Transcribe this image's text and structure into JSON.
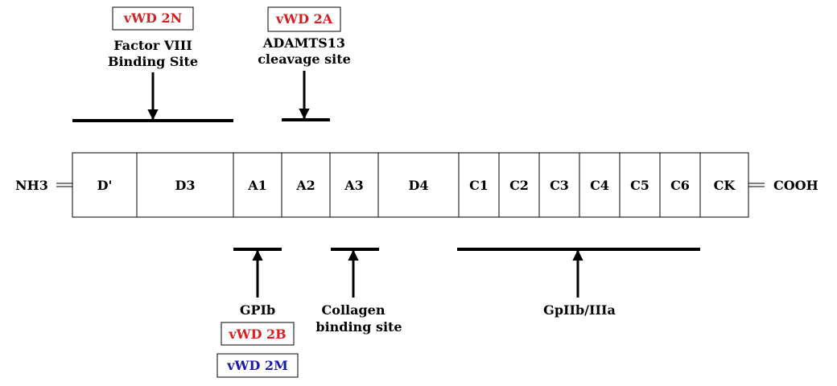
{
  "protein": {
    "n_terminus": "NH3",
    "c_terminus": "COOH",
    "domains": [
      "D'",
      "D3",
      "A1",
      "A2",
      "A3",
      "D4",
      "C1",
      "C2",
      "C3",
      "C4",
      "C5",
      "C6",
      "CK"
    ]
  },
  "annotations": {
    "factor8": {
      "tag": "vWD 2N",
      "tag_color": "#d42020",
      "label_line1": "Factor VIII",
      "label_line2": "Binding Site"
    },
    "adamts13": {
      "tag": "vWD 2A",
      "tag_color": "#d42020",
      "label_line1": "ADAMTS13",
      "label_line2": "cleavage site"
    },
    "gpib": {
      "label": "GPIb",
      "tag1": "vWD 2B",
      "tag1_color": "#d42020",
      "tag2": "vWD 2M",
      "tag2_color": "#1a1aa8"
    },
    "collagen": {
      "label_line1": "Collagen",
      "label_line2": "binding site"
    },
    "gpiib": {
      "label": "GpIIb/IIIa"
    }
  }
}
